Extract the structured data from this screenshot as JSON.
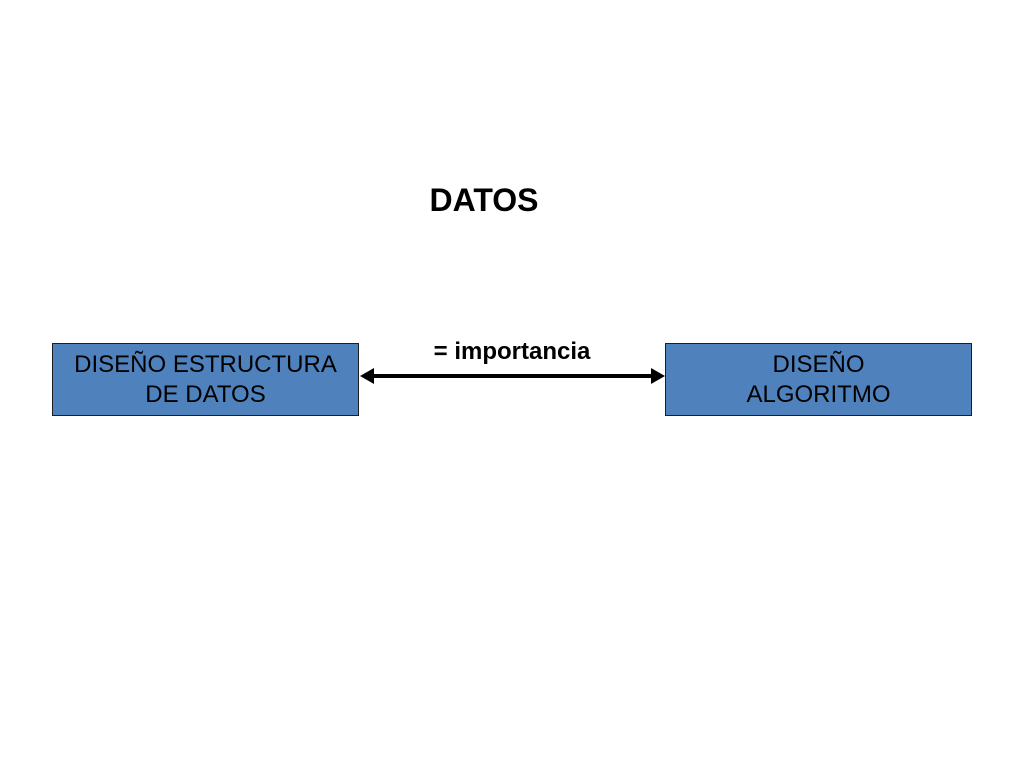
{
  "slide": {
    "title": "DATOS"
  },
  "diagram": {
    "left_box": {
      "lines": [
        "DISEÑO ESTRUCTURA",
        "DE DATOS"
      ]
    },
    "right_box": {
      "lines": [
        "DISEÑO",
        "ALGORITMO"
      ]
    },
    "connector": {
      "label": "= importancia"
    },
    "colors": {
      "box_fill": "#4f81bd",
      "box_border": "#1f1f1f",
      "text": "#000000",
      "arrow": "#000000"
    }
  }
}
